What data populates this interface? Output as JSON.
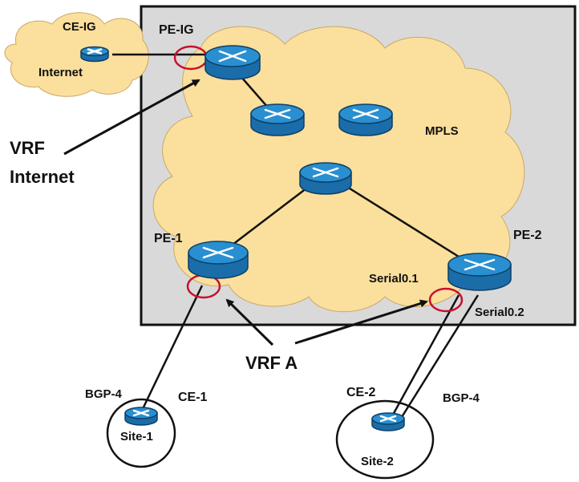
{
  "labels": {
    "ce_ig": "CE-IG",
    "internet_cloud": "Internet",
    "pe_ig": "PE-IG",
    "mpls": "MPLS",
    "vrf_internet_line1": "VRF",
    "vrf_internet_line2": "Internet",
    "pe_1": "PE-1",
    "pe_2": "PE-2",
    "serial_0_1": "Serial0.1",
    "serial_0_2": "Serial0.2",
    "vrf_a": "VRF A",
    "bgp4_left": "BGP-4",
    "ce_1": "CE-1",
    "site_1": "Site-1",
    "ce_2": "CE-2",
    "bgp4_right": "BGP-4",
    "site_2": "Site-2"
  },
  "colors": {
    "provider_box": "#d9d9d9",
    "cloud_fill": "#fbdf9c",
    "router": "#2a8fd0",
    "interface_ring": "#c8102e"
  }
}
